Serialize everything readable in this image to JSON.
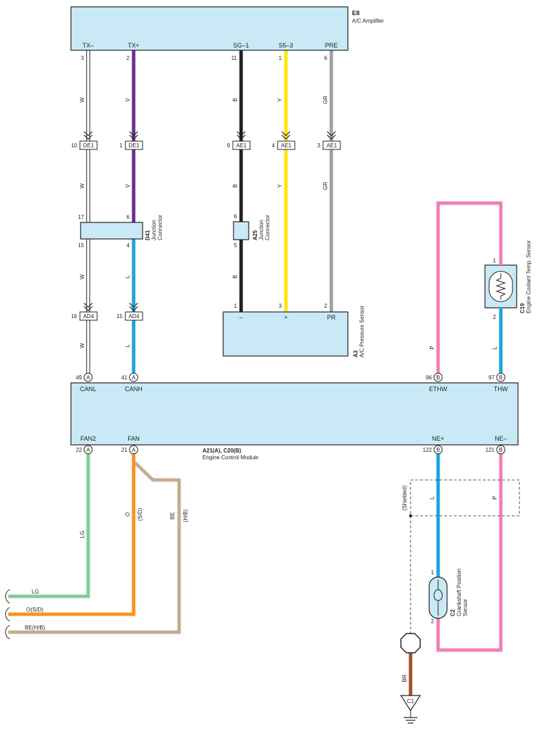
{
  "components": {
    "e8": {
      "ref": "E8",
      "name": "A/C Amplifier"
    },
    "ecm": {
      "ref": "A21(A), C20(B)",
      "name": "Engine Control Module"
    },
    "a3": {
      "ref": "A3",
      "name": "A/C Pressure Sensor"
    },
    "d41": {
      "ref": "D41",
      "name1": "Junction",
      "name2": "Connector"
    },
    "a25": {
      "ref": "A25",
      "name1": "Junction",
      "name2": "Connector"
    },
    "c19": {
      "ref": "C19",
      "name": "Engine Coolant Temp. Sensor"
    },
    "c2": {
      "ref": "C2",
      "name1": "Crankshaft Position",
      "name2": "Sensor"
    }
  },
  "e8_terminals": [
    {
      "label": "TX–",
      "pin": "3"
    },
    {
      "label": "TX+",
      "pin": "2"
    },
    {
      "label": "SG–1",
      "pin": "11"
    },
    {
      "label": "S5–3",
      "pin": "1"
    },
    {
      "label": "PRE",
      "pin": "6"
    }
  ],
  "ecm_top_terminals": [
    {
      "label": "CANL",
      "pin": "49",
      "conn": "A"
    },
    {
      "label": "CANH",
      "pin": "41",
      "conn": "A"
    },
    {
      "label": "ETHW",
      "pin": "96",
      "conn": "B"
    },
    {
      "label": "THW",
      "pin": "97",
      "conn": "B"
    }
  ],
  "ecm_bottom_terminals": [
    {
      "label": "FAN2",
      "pin": "22",
      "conn": "A"
    },
    {
      "label": "FAN",
      "pin": "21",
      "conn": "A"
    },
    {
      "label": "NE+",
      "pin": "122",
      "conn": "B"
    },
    {
      "label": "NE–",
      "pin": "121",
      "conn": "B"
    }
  ],
  "inline_connectors": [
    {
      "pin": "10",
      "name": "DE1"
    },
    {
      "pin": "1",
      "name": "DE1"
    },
    {
      "pin": "9",
      "name": "AE1"
    },
    {
      "pin": "4",
      "name": "AE1"
    },
    {
      "pin": "3",
      "name": "AE1"
    },
    {
      "pin": "16",
      "name": "AD4"
    },
    {
      "pin": "15",
      "name": "AD4"
    }
  ],
  "wire_labels": {
    "w1": "W",
    "v1": "V",
    "b1": "B",
    "y1": "Y",
    "gr1": "GR",
    "w2": "W",
    "v2": "V",
    "b2": "B",
    "y2": "Y",
    "gr2": "GR",
    "w3": "W",
    "l3": "L",
    "b3": "B",
    "w4": "W",
    "l4": "L",
    "p_ethw": "P",
    "l_thw": "L",
    "lg": "LG",
    "o": "O",
    "sd": "(S/D)",
    "be": "BE",
    "hb": "(H/B)",
    "l_ne": "L",
    "p_ne": "P",
    "br": "BR"
  },
  "d41_pins": {
    "in_w": "17",
    "in_v": "6",
    "out_w": "15",
    "out_l": "4"
  },
  "a25_pins": {
    "in": "6",
    "out": "5"
  },
  "a3_pins": [
    {
      "pin": "1",
      "label": "–"
    },
    {
      "pin": "3",
      "label": "+"
    },
    {
      "pin": "2",
      "label": "PR"
    }
  ],
  "c19_pins": {
    "top": "1",
    "bottom": "2"
  },
  "c2_pins": {
    "top": "1",
    "bottom": "2"
  },
  "shielded": "(Shielded)",
  "ground": "C1",
  "left_wires": [
    {
      "label": "LG"
    },
    {
      "label": "O(S/D)"
    },
    {
      "label": "BE(H/B)"
    }
  ],
  "colors": {
    "white": "#ffffff",
    "violet": "#6a2c91",
    "black": "#231f20",
    "yellow": "#ffe600",
    "gray": "#a0a0a0",
    "blue": "#1aa3e0",
    "pink": "#f07fb7",
    "lightgreen": "#80cc9a",
    "orange": "#f7941d",
    "beige": "#c4ad92",
    "brown": "#a0522d",
    "box": "#c9e9f6"
  }
}
